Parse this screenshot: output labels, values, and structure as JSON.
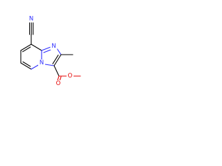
{
  "molecule": {
    "atom_labels": {
      "nitrile_n": "N",
      "ring_n_imidazole": "N",
      "ring_n_bridgehead": "N",
      "carbonyl_o": "O",
      "ester_o": "O"
    },
    "colors": {
      "bond": "#000000",
      "nitrogen": "#2b2bff",
      "oxygen": "#e60000",
      "background": "#ffffff"
    }
  }
}
